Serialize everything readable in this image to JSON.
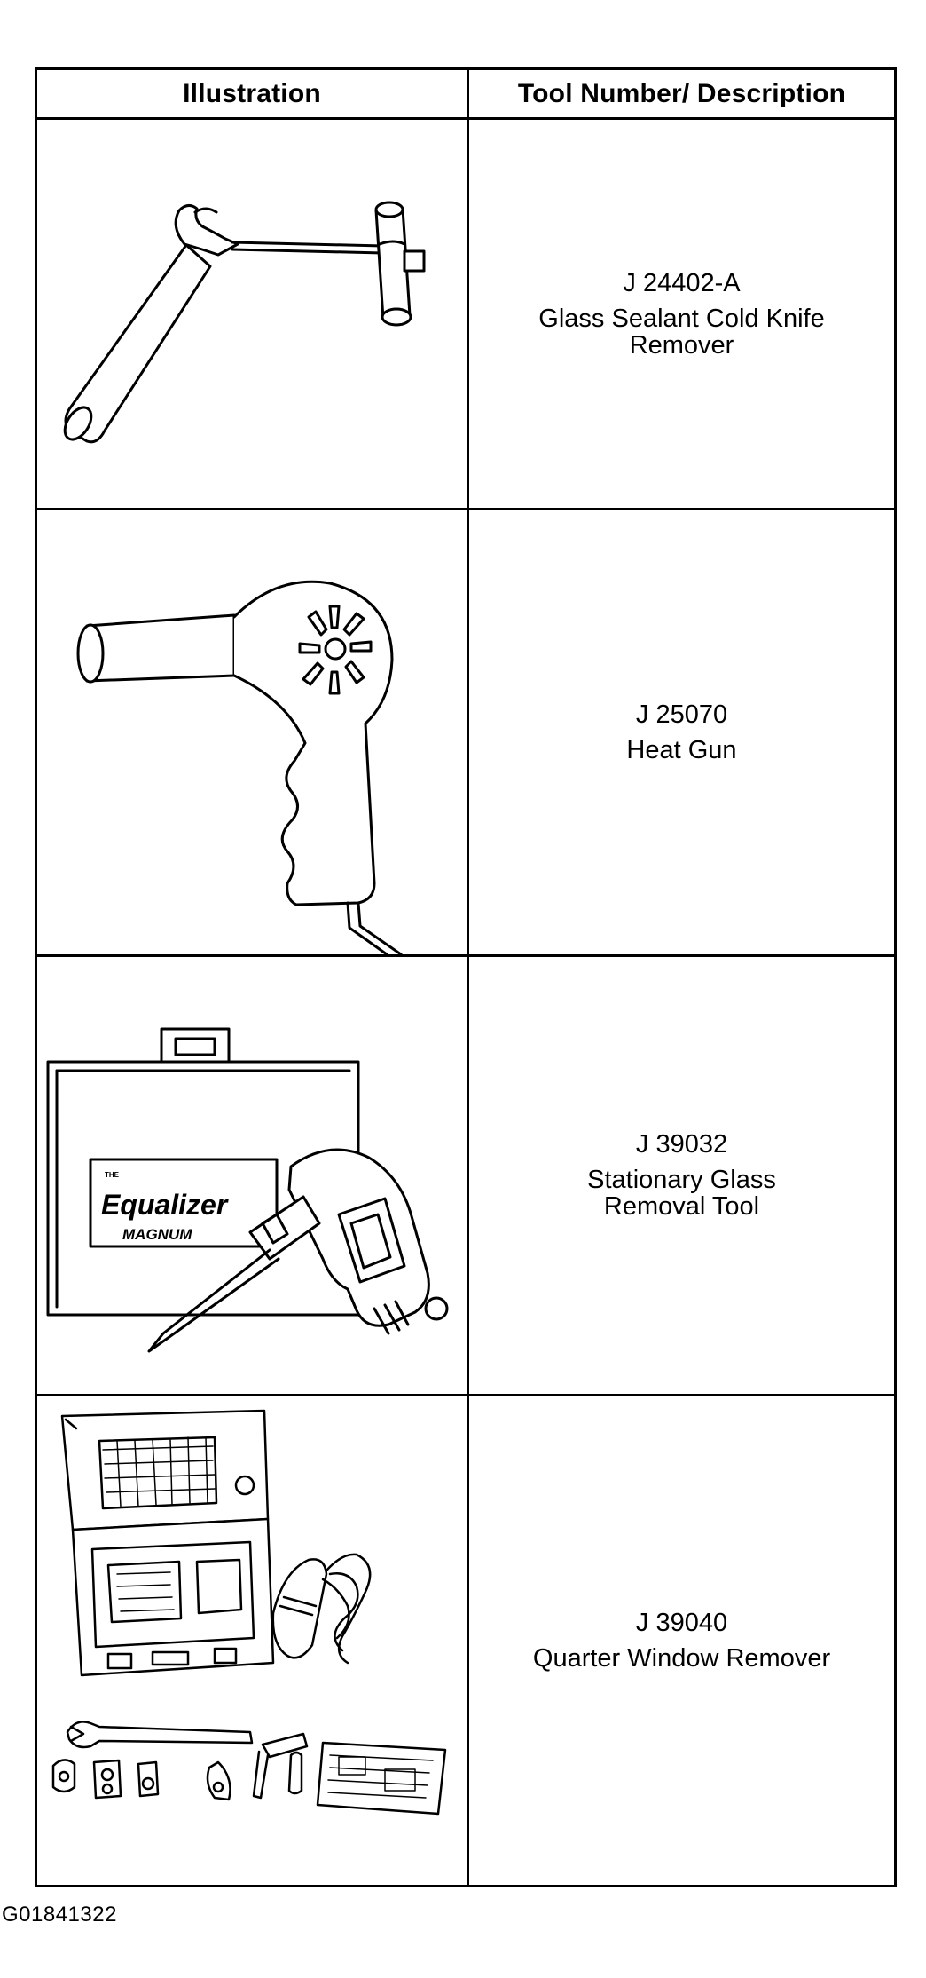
{
  "table": {
    "headers": {
      "illustration": "Illustration",
      "tool": "Tool Number/ Description"
    },
    "rows": [
      {
        "icon": "cold-knife-remover-icon",
        "number": "J 24402-A",
        "description": "Glass Sealant Cold Knife Remover"
      },
      {
        "icon": "heat-gun-icon",
        "number": "J 25070",
        "description": "Heat Gun"
      },
      {
        "icon": "equalizer-case-icon",
        "number": "J 39032",
        "description": "Stationary Glass Removal Tool",
        "label_small": "THE",
        "label_brand": "Equalizer",
        "label_model": "MAGNUM"
      },
      {
        "icon": "quarter-window-kit-icon",
        "number": "J 39040",
        "description": "Quarter Window Remover"
      }
    ]
  },
  "figure_id": "G01841322"
}
